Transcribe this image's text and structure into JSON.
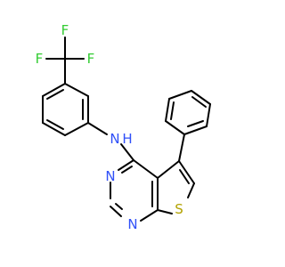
{
  "molecule": {
    "atom_labels": {
      "f_top": "F",
      "f_left": "F",
      "f_right": "F",
      "nh": "N",
      "h": "H",
      "n_pyrimidine_upper": "N",
      "n_pyrimidine_lower": "N",
      "s_thiophene": "S"
    },
    "colors": {
      "bond": "#000000",
      "fluorine": "#33cc33",
      "nitrogen": "#3050f8",
      "sulfur": "#b2a200"
    }
  }
}
